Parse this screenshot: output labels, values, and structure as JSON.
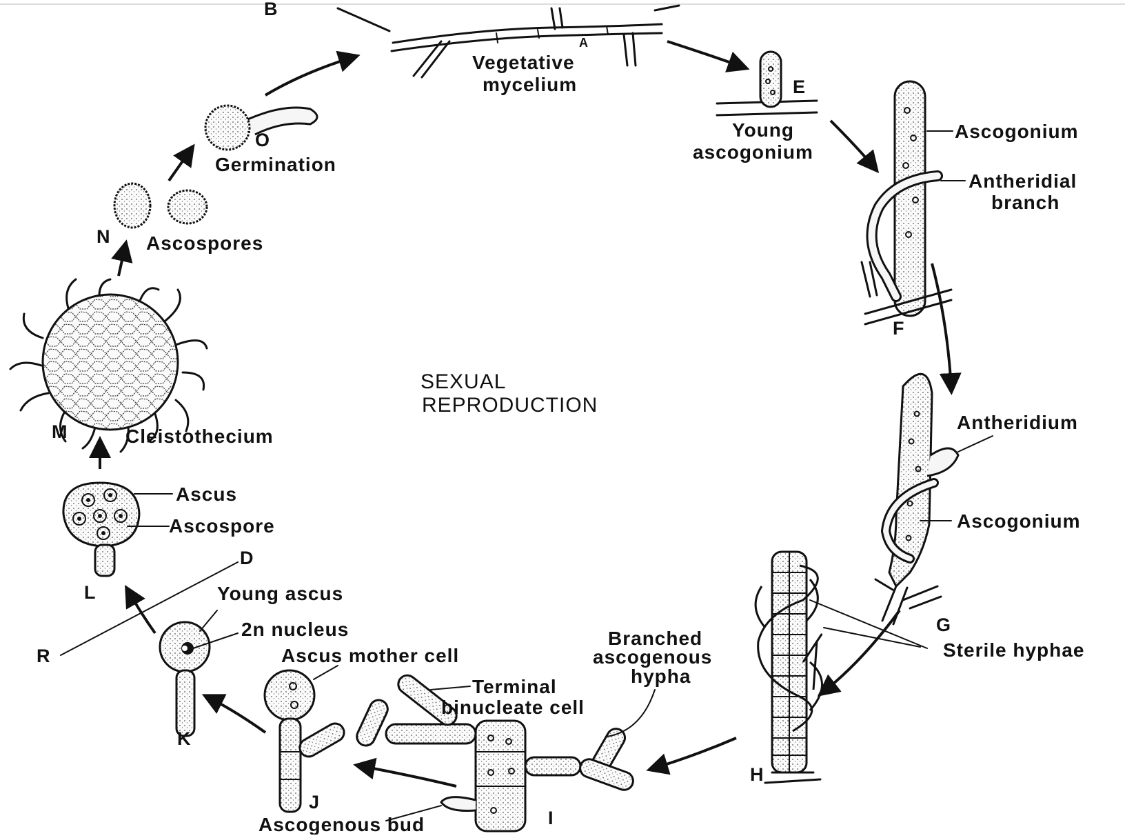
{
  "title": {
    "line1": "SEXUAL",
    "line2": "REPRODUCTION"
  },
  "stages": {
    "A": {
      "letter": "A",
      "label_line1": "Vegetative",
      "label_line2": "mycelium"
    },
    "B": {
      "letter": "B"
    },
    "D": {
      "letter": "D"
    },
    "R": {
      "letter": "R"
    },
    "E": {
      "letter": "E",
      "label_line1": "Young",
      "label_line2": "ascogonium"
    },
    "F": {
      "letter": "F",
      "ascogonium": "Ascogonium",
      "antheridial_line1": "Antheridial",
      "antheridial_line2": "branch"
    },
    "G": {
      "letter": "G",
      "antheridium": "Antheridium",
      "ascogonium": "Ascogonium"
    },
    "H": {
      "letter": "H",
      "sterile": "Sterile hyphae"
    },
    "I": {
      "letter": "I",
      "terminal_line1": "Terminal",
      "terminal_line2": "binucleate cell",
      "branched_line1": "Branched",
      "branched_line2": "ascogenous",
      "branched_line3": "hypha"
    },
    "J": {
      "letter": "J",
      "mother": "Ascus mother cell",
      "bud": "Ascogenous bud"
    },
    "K": {
      "letter": "K",
      "young": "Young ascus",
      "nucleus": "2n nucleus"
    },
    "L": {
      "letter": "L",
      "ascus": "Ascus",
      "ascospore": "Ascospore"
    },
    "M": {
      "letter": "M",
      "label": "Cleistothecium"
    },
    "N": {
      "letter": "N",
      "label": "Ascospores"
    },
    "O": {
      "letter": "O",
      "label": "Germination"
    }
  }
}
